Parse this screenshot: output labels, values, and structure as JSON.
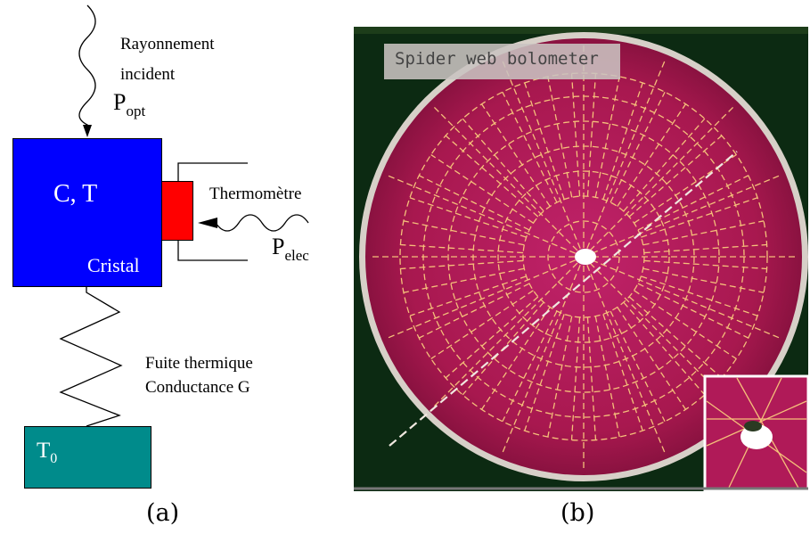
{
  "diagram_a": {
    "radiation_line1": "Rayonnement",
    "radiation_line2": "incident",
    "p_opt": "P",
    "p_opt_sub": "opt",
    "crystal_ct": "C, T",
    "crystal_label": "Cristal",
    "thermometer": "Thermomètre",
    "p_elec": "P",
    "p_elec_sub": "elec",
    "leak_line1": "Fuite thermique",
    "leak_line2": "Conductance G",
    "bath": "T",
    "bath_sub": "0",
    "caption": "(a)",
    "colors": {
      "crystal": "#0000ff",
      "thermometer": "#ff0000",
      "bath": "#008b8b"
    }
  },
  "photo_b": {
    "overlay_label": "Spider web bolometer",
    "caption": "(b)",
    "colors": {
      "background": "#0c2a12",
      "disc": "#b01a58",
      "web": "#f5c07a"
    }
  }
}
